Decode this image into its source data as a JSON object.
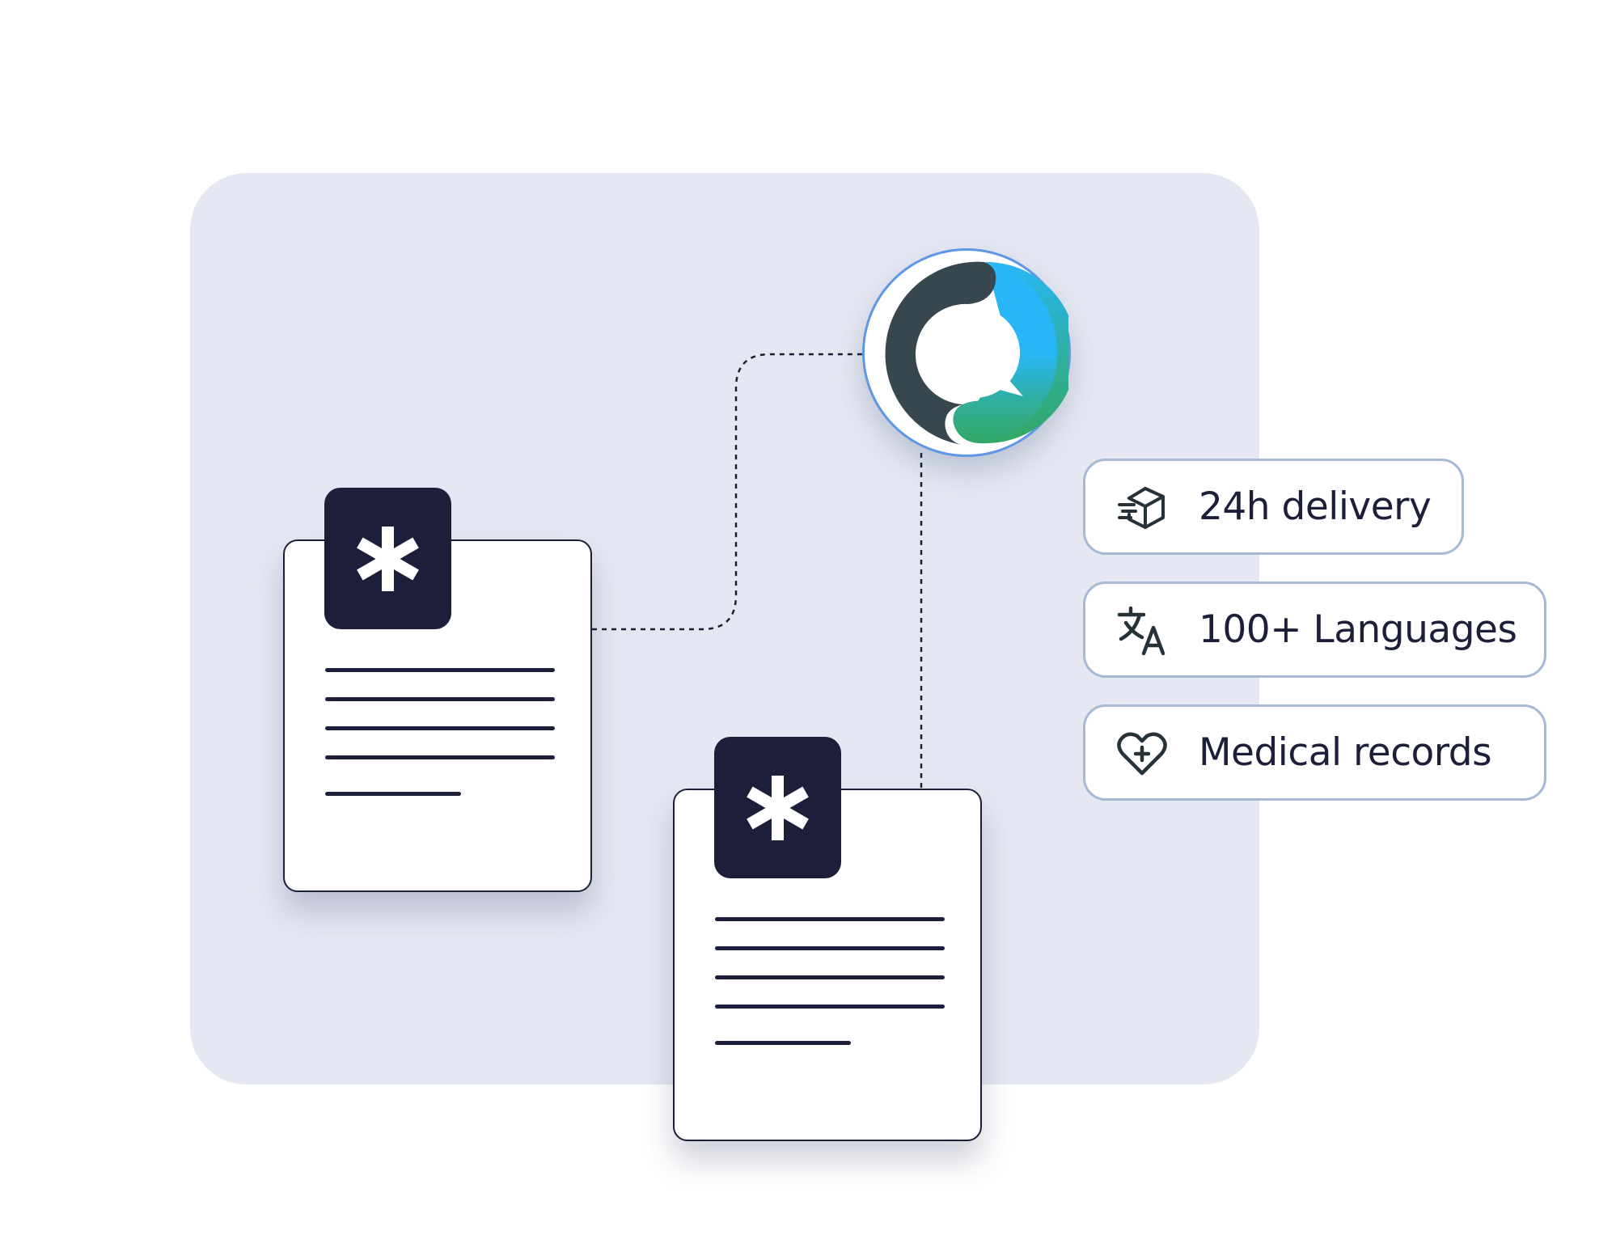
{
  "diagram": {
    "features": [
      {
        "icon": "delivery-box-icon",
        "label": "24h delivery"
      },
      {
        "icon": "translate-icon",
        "label": "100+ Languages"
      },
      {
        "icon": "heart-plus-icon",
        "label": "Medical records"
      }
    ],
    "documents": [
      {
        "icon": "asterisk-icon"
      },
      {
        "icon": "asterisk-icon"
      }
    ],
    "logo": {
      "icon": "translation-app-logo-icon"
    },
    "colors": {
      "panel": "#e5e8f2",
      "ink": "#1d1f3a",
      "logo_dark": "#37474f",
      "logo_blue": "#29b6f6",
      "logo_green": "#34a865",
      "chip_border": "#a8b9d6",
      "ring": "#5e97e6"
    }
  }
}
